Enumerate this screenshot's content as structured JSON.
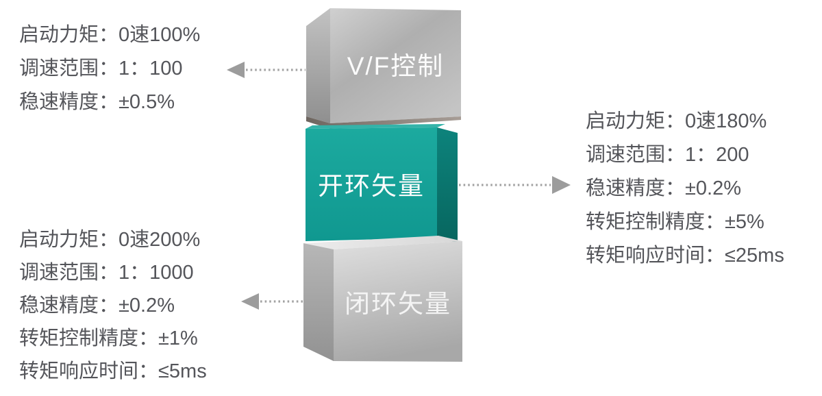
{
  "blocks": {
    "vf": {
      "label": "V/F控制"
    },
    "open_loop": {
      "label": "开环矢量"
    },
    "closed_loop": {
      "label": "闭环矢量"
    }
  },
  "specs": {
    "vf": {
      "lines": [
        "启动力矩：0速100%",
        "调速范围：1：100",
        "稳速精度：±0.5%"
      ]
    },
    "open_loop": {
      "lines": [
        "启动力矩：0速180%",
        "调速范围：1：200",
        "稳速精度：±0.2%",
        "转矩控制精度：±5%",
        "转矩响应时间：≤25ms"
      ]
    },
    "closed_loop": {
      "lines": [
        "启动力矩：0速200%",
        "调速范围：1：1000",
        "稳速精度：±0.2%",
        "转矩控制精度：±1%",
        "转矩响应时间：≤5ms"
      ]
    }
  },
  "palette": {
    "teal_front": "#17a89e",
    "teal_side": "#0b7d76",
    "teal_top": "#34b3a9",
    "gray_block_front": "#b9b9b9",
    "spec_text": "#54555a",
    "arrow_gray": "#9e9e9e",
    "block_label_text": "#fcfcfc"
  }
}
